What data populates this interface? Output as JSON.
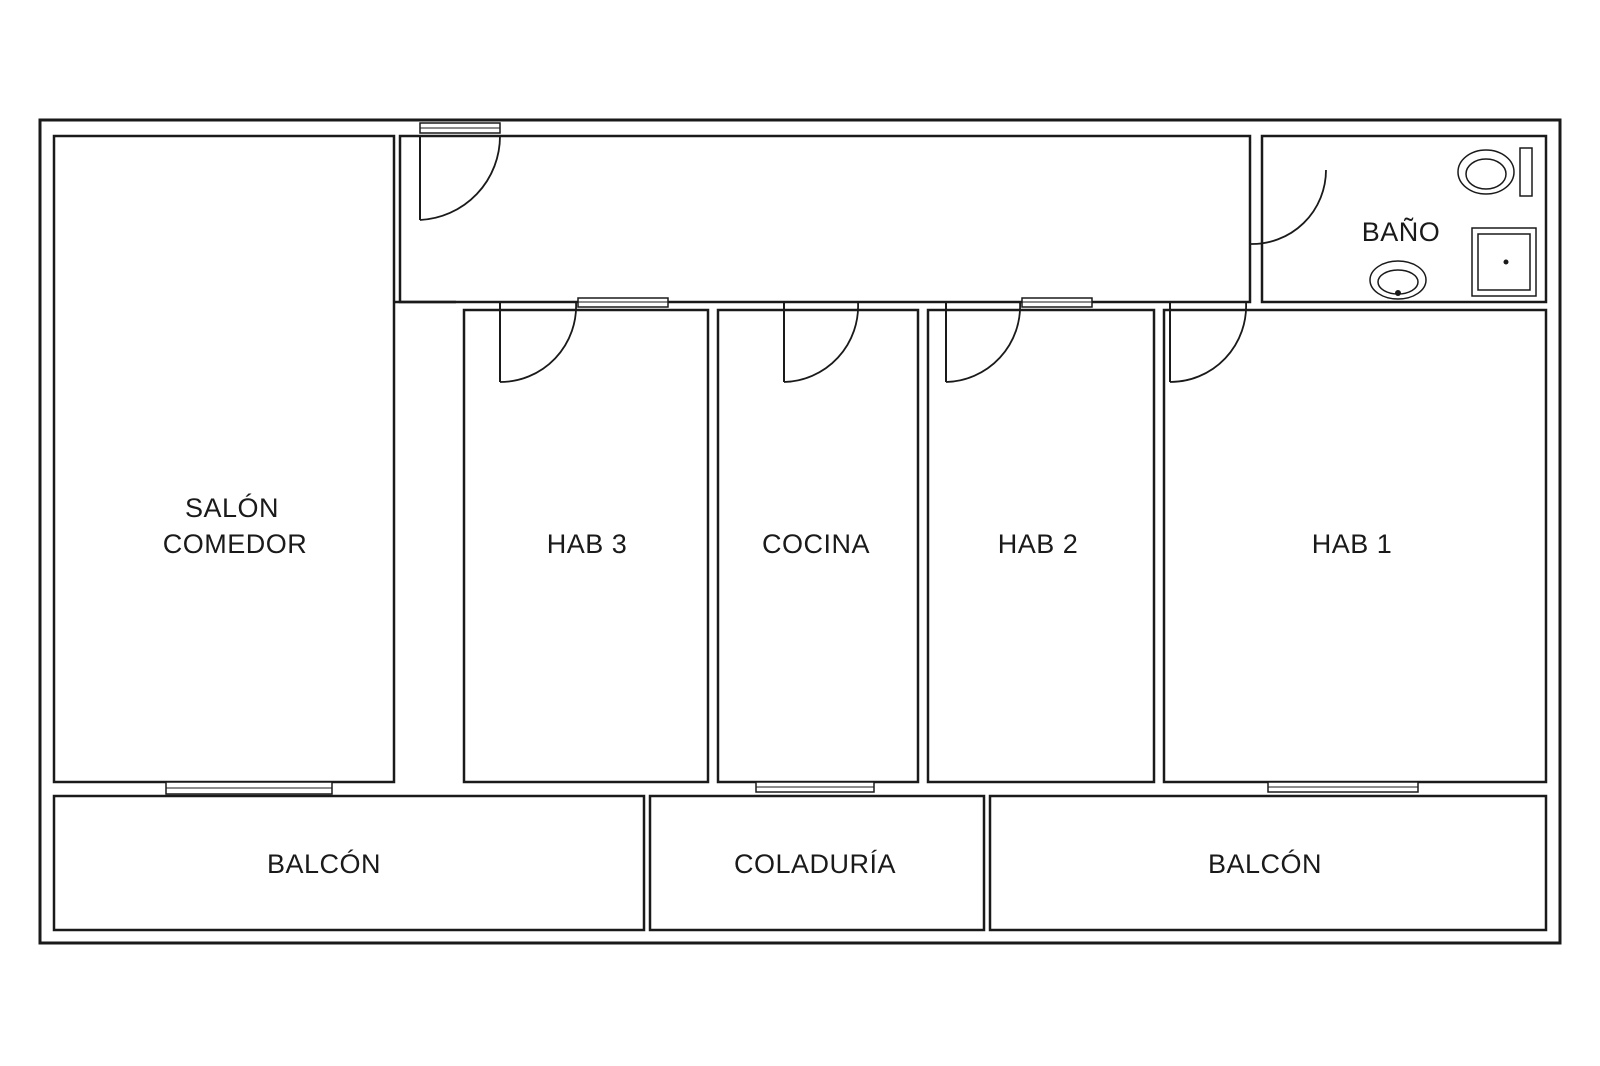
{
  "plan": {
    "rooms": {
      "salon_line1": "SALÓN",
      "salon_line2": "COMEDOR",
      "hab3": "HAB 3",
      "cocina": "COCINA",
      "hab2": "HAB 2",
      "hab1": "HAB 1",
      "bano": "BAÑO",
      "balcon_left": "BALCÓN",
      "coladuria": "COLADURÍA",
      "balcon_right": "BALCÓN"
    }
  }
}
